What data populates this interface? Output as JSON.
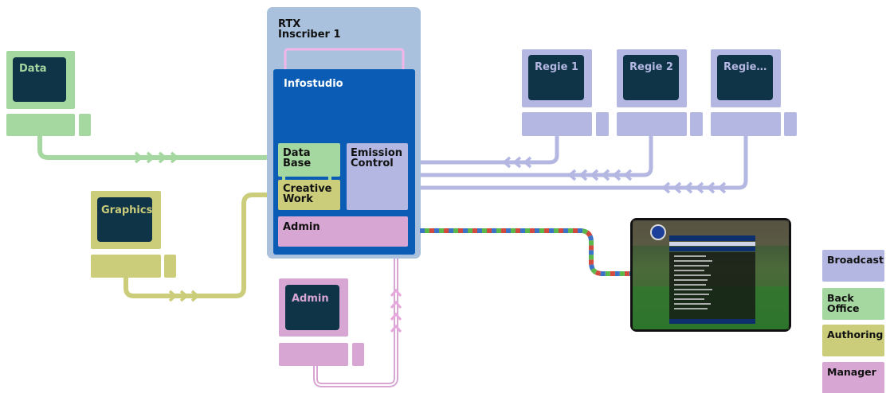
{
  "colors": {
    "broadcast": "#b3b7e1",
    "back_office": "#a5d7a0",
    "authoring": "#cbcd7a",
    "manager": "#d7a6d2",
    "rtx_panel": "#a9c1dc",
    "infostudio": "#0a5cb4",
    "screen": "#0f3347",
    "pink_outline": "#f2b5e8"
  },
  "rtx": {
    "title": "RTX\nInscriber 1"
  },
  "infostudio": {
    "title": "Infostudio",
    "modules": {
      "database": "Data\nBase",
      "creative_work": "Creative\nWork",
      "emission_control": "Emission\nControl",
      "admin": "Admin"
    }
  },
  "workstations": {
    "data": "Data",
    "graphics": "Graphics",
    "admin": "Admin",
    "regie1": "Regie 1",
    "regie2": "Regie 2",
    "regie3": "Regie…"
  },
  "tv_output": {
    "icon": "football-broadcast-screenshot"
  },
  "legend": [
    {
      "label": "Broadcast",
      "color": "#b3b7e1"
    },
    {
      "label": "Back\nOffice",
      "color": "#a5d7a0"
    },
    {
      "label": "Authoring",
      "color": "#cbcd7a"
    },
    {
      "label": "Manager",
      "color": "#d7a6d2"
    }
  ]
}
